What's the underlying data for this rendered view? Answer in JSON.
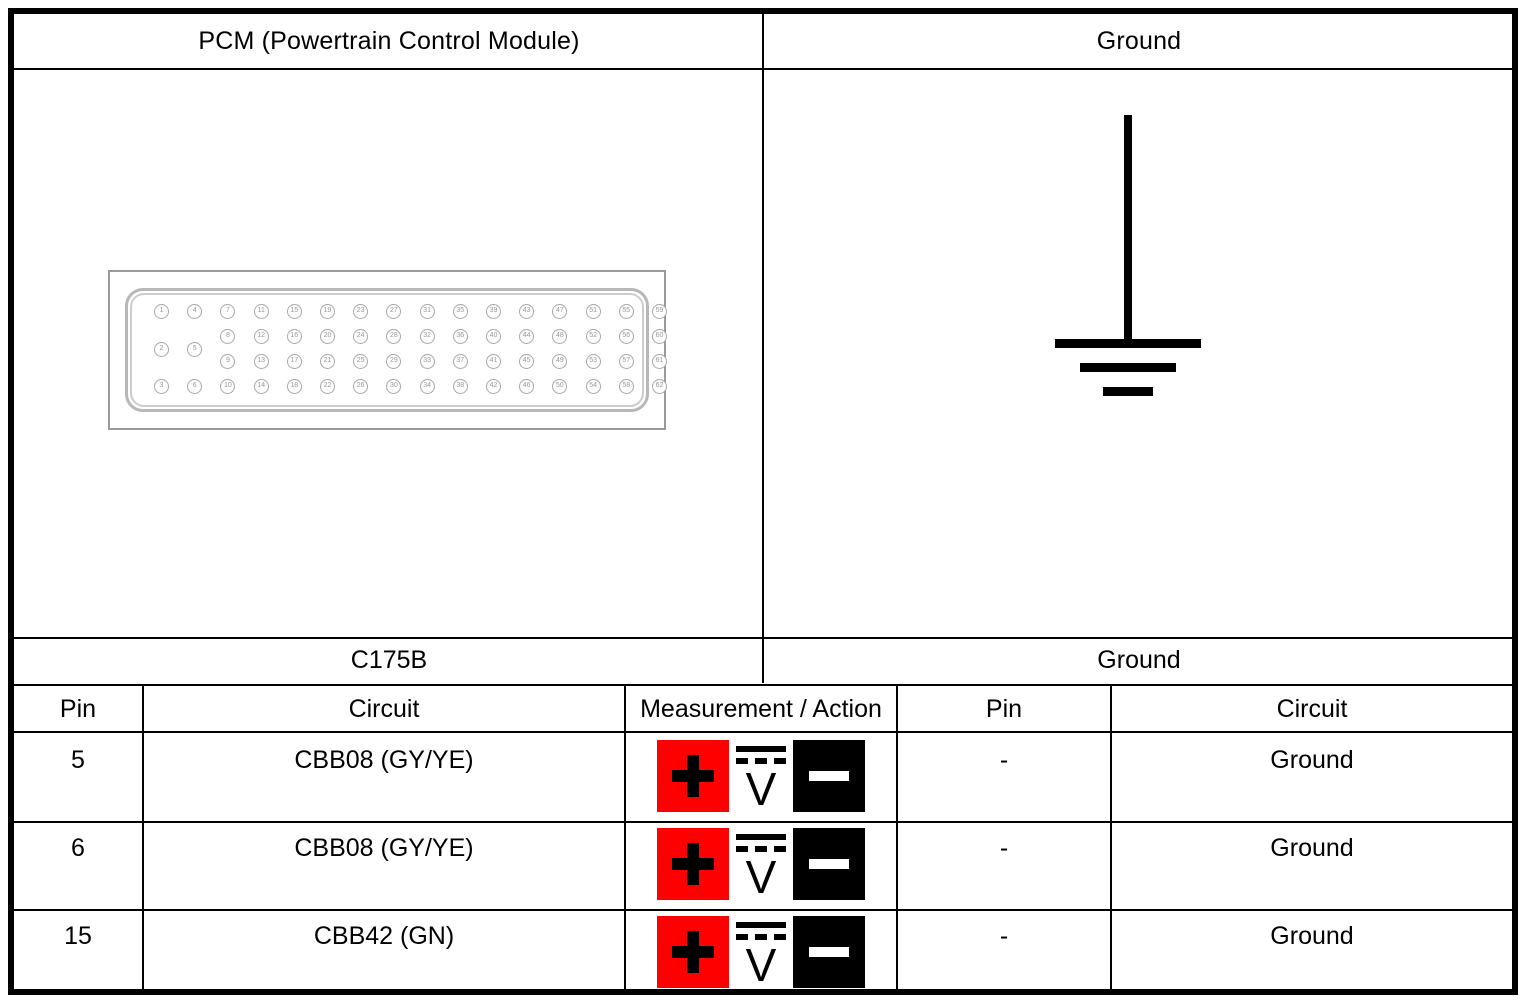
{
  "sheet": {
    "top_headers": [
      {
        "label": "PCM (Powertrain Control Module)"
      },
      {
        "label": "Ground"
      }
    ],
    "band_headers": [
      {
        "label": "C175B"
      },
      {
        "label": "Ground"
      }
    ],
    "column_headers": {
      "pin_left": "Pin",
      "circuit_left": "Circuit",
      "measurement": "Measurement / Action",
      "pin_right": "Pin",
      "circuit_right": "Circuit"
    },
    "rows": [
      {
        "pin_left": "5",
        "circuit_left": "CBB08 (GY/YE)",
        "measurement": "dc-voltage-measurement-icon",
        "pin_right": "-",
        "circuit_right": "Ground"
      },
      {
        "pin_left": "6",
        "circuit_left": "CBB08 (GY/YE)",
        "measurement": "dc-voltage-measurement-icon",
        "pin_right": "-",
        "circuit_right": "Ground"
      },
      {
        "pin_left": "15",
        "circuit_left": "CBB42 (GN)",
        "measurement": "dc-voltage-measurement-icon",
        "pin_right": "-",
        "circuit_right": "Ground"
      }
    ],
    "measurement_icon": {
      "positive_tile": "plus-icon",
      "meter_symbol": "dc-voltage-icon",
      "meter_letter": "V",
      "negative_tile": "minus-icon",
      "positive_color": "#ff0000",
      "negative_color": "#000000"
    },
    "connector": {
      "name": "pcm-connector-face-view",
      "rows": 4,
      "columns": 16,
      "short_columns": 2,
      "pin_outline_color": "#a8a8a8"
    },
    "ground_symbol": {
      "name": "earth-ground-symbol",
      "bars": 3,
      "color": "#000000"
    }
  }
}
